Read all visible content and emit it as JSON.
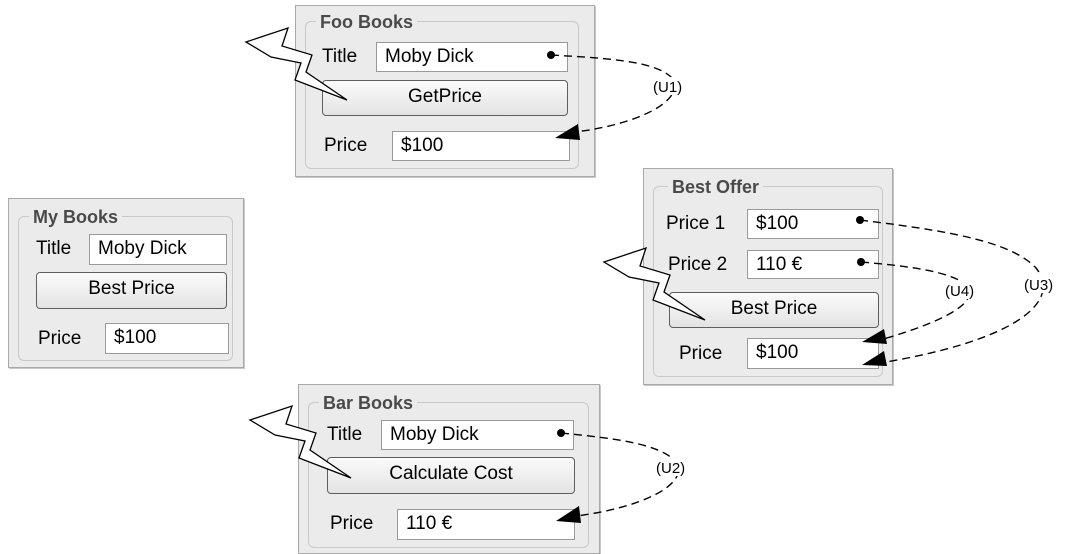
{
  "foo_books": {
    "title": "Foo Books",
    "title_label": "Title",
    "title_value": "Moby Dick",
    "button_label": "GetPrice",
    "price_label": "Price",
    "price_value": "$100"
  },
  "my_books": {
    "title": "My Books",
    "title_label": "Title",
    "title_value": "Moby Dick",
    "button_label": "Best Price",
    "price_label": "Price",
    "price_value": "$100"
  },
  "best_offer": {
    "title": "Best Offer",
    "price1_label": "Price 1",
    "price1_value": "$100",
    "price2_label": "Price 2",
    "price2_value": "110 €",
    "button_label": "Best Price",
    "price_label": "Price",
    "price_value": "$100"
  },
  "bar_books": {
    "title": "Bar Books",
    "title_label": "Title",
    "title_value": "Moby Dick",
    "button_label": "Calculate Cost",
    "price_label": "Price",
    "price_value": "110 €"
  },
  "connectors": {
    "u1": "(U1)",
    "u2": "(U2)",
    "u3": "(U3)",
    "u4": "(U4)"
  }
}
